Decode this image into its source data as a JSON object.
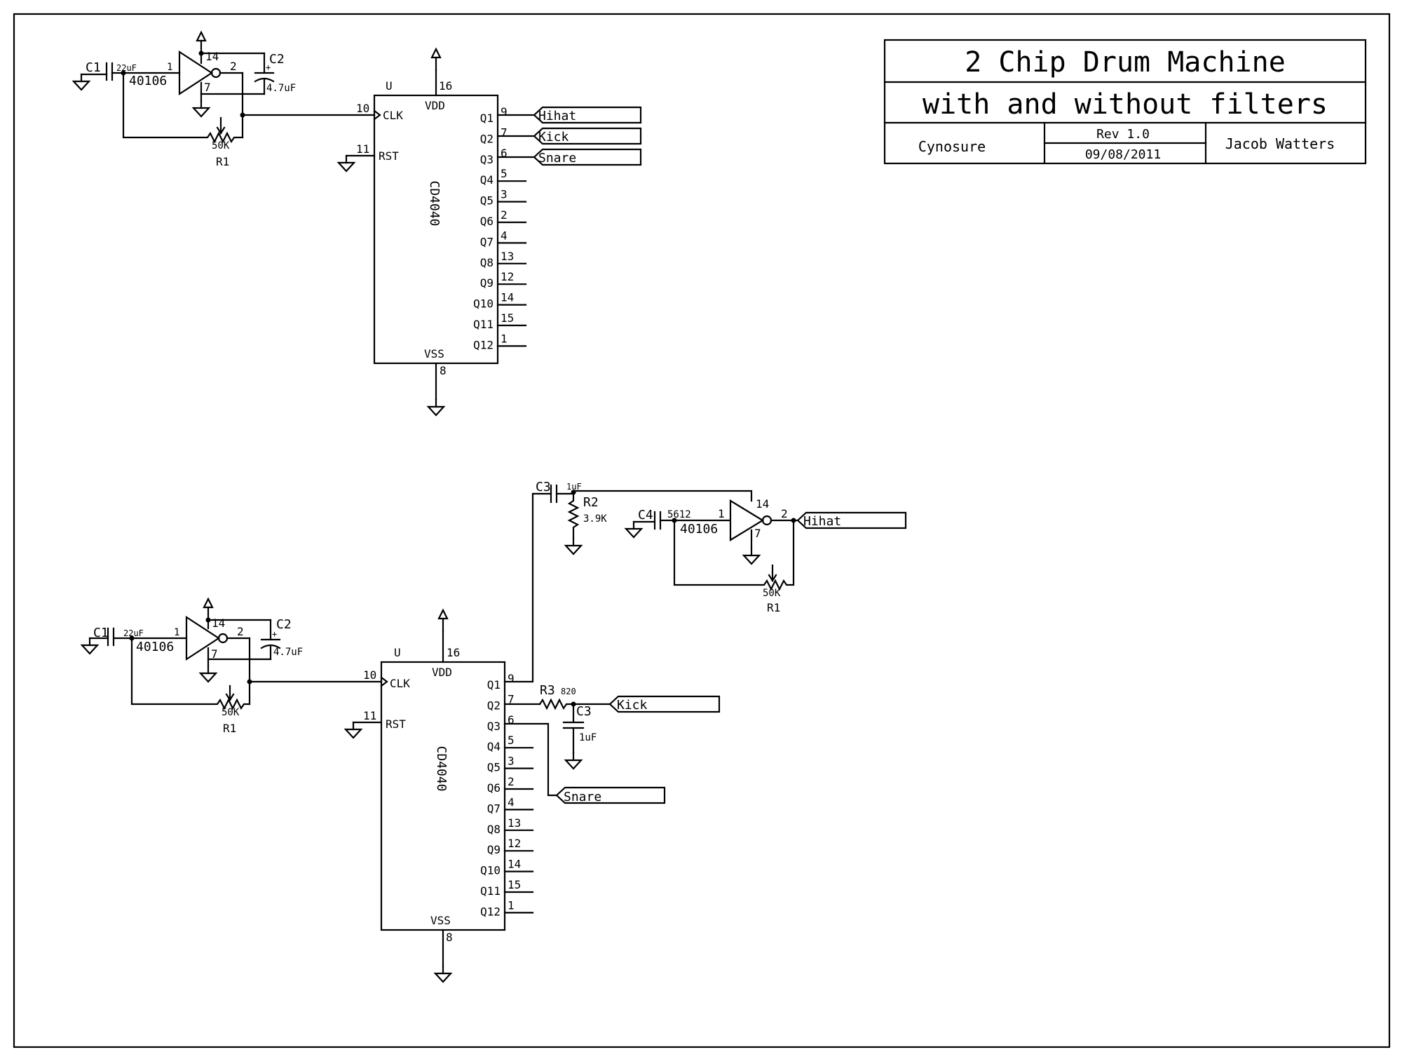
{
  "title_block": {
    "title": "2 Chip Drum Machine",
    "subtitle": "with and without filters",
    "company": "Cynosure",
    "revision": "Rev 1.0",
    "date": "09/08/2011",
    "author": "Jacob Watters"
  },
  "osc": {
    "c1_label": "C1",
    "c1_value": "22uF",
    "chip": "40106",
    "pin_in": "1",
    "pin_out": "2",
    "pin_vdd": "14",
    "pin_gnd": "7",
    "c2_label": "C2",
    "c2_value": "4.7uF",
    "r1_label": "R1",
    "r1_value": "50K"
  },
  "counter": {
    "ref": "U",
    "part": "CD4040",
    "vdd_label": "VDD",
    "vdd_pin": "16",
    "vss_label": "VSS",
    "vss_pin": "8",
    "clk_label": "CLK",
    "clk_pin": "10",
    "rst_label": "RST",
    "rst_pin": "11",
    "outputs": [
      {
        "label": "Q1",
        "pin": "9"
      },
      {
        "label": "Q2",
        "pin": "7"
      },
      {
        "label": "Q3",
        "pin": "6"
      },
      {
        "label": "Q4",
        "pin": "5"
      },
      {
        "label": "Q5",
        "pin": "3"
      },
      {
        "label": "Q6",
        "pin": "2"
      },
      {
        "label": "Q7",
        "pin": "4"
      },
      {
        "label": "Q8",
        "pin": "13"
      },
      {
        "label": "Q9",
        "pin": "12"
      },
      {
        "label": "Q10",
        "pin": "14"
      },
      {
        "label": "Q11",
        "pin": "15"
      },
      {
        "label": "Q12",
        "pin": "1"
      }
    ]
  },
  "outputs_top": {
    "hihat": "Hihat",
    "kick": "Kick",
    "snare": "Snare"
  },
  "filters": {
    "c3_label": "C3",
    "c3_value": "1uF",
    "r2_label": "R2",
    "r2_value": "3.9K",
    "c4_label": "C4",
    "c4_value": "5612",
    "chip": "40106",
    "pin_in": "1",
    "pin_out": "2",
    "pin_vdd": "14",
    "pin_gnd": "7",
    "r1_label": "R1",
    "r1_value": "50K",
    "hihat": "Hihat",
    "r3_label": "R3",
    "r3_value": "820",
    "c3b_label": "C3",
    "c3b_value": "1uF",
    "kick": "Kick",
    "snare": "Snare"
  }
}
